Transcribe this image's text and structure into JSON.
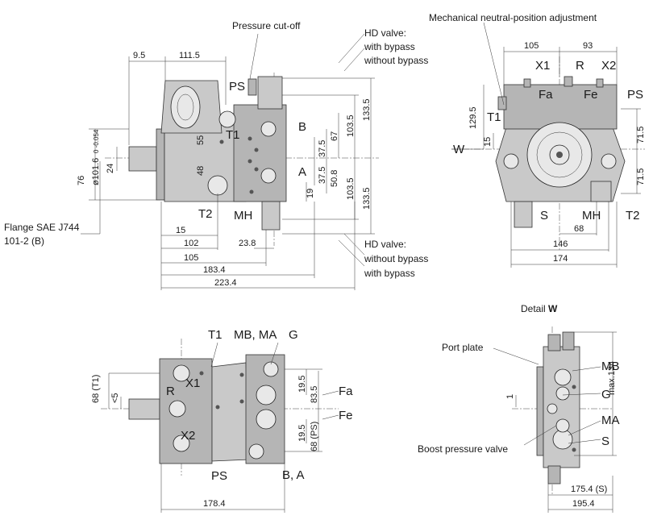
{
  "callouts": {
    "pressure_cutoff": "Pressure cut-off",
    "hd_valve_top": "HD valve:",
    "with_bypass_top": "with bypass",
    "without_bypass_top": "without bypass",
    "mech_neutral": "Mechanical neutral-position adjustment",
    "flange_line1": "Flange SAE J744",
    "flange_line2": "101-2 (B)",
    "hd_valve_bottom": "HD valve:",
    "without_bypass_bottom": "without bypass",
    "with_bypass_bottom": "with bypass",
    "detail_prefix": "Detail ",
    "detail_letter": "W",
    "port_plate": "Port plate",
    "boost_valve": "Boost pressure valve"
  },
  "side_view": {
    "dims": {
      "d9_5": "9.5",
      "d111_5": "111.5",
      "d76": "76",
      "d101_6": "ø101.6",
      "d101_6_tol": "0\n-0.054",
      "d24": "24",
      "d55": "55",
      "d48": "48",
      "d15": "15",
      "d102": "102",
      "d105": "105",
      "d183_4": "183.4",
      "d223_4": "223.4",
      "d23_8": "23.8",
      "d67": "67",
      "d37_5a": "37.5",
      "d37_5b": "37.5",
      "d50_8": "50.8",
      "d19": "19",
      "d103_5a": "103.5",
      "d103_5b": "103.5",
      "d133_5a": "133.5",
      "d133_5b": "133.5"
    },
    "ports": {
      "ps": "PS",
      "t1": "T1",
      "t2": "T2",
      "b": "B",
      "a": "A",
      "mh": "MH"
    }
  },
  "front_view": {
    "dims": {
      "d105": "105",
      "d93": "93",
      "d129_5": "129.5",
      "d15": "15",
      "d71_5a": "71.5",
      "d71_5b": "71.5",
      "d68": "68",
      "d146": "146",
      "d174": "174"
    },
    "ports": {
      "x1": "X1",
      "r": "R",
      "x2": "X2",
      "fa": "Fa",
      "fe": "Fe",
      "ps": "PS",
      "t1": "T1",
      "w": "W",
      "s": "S",
      "mh": "MH",
      "t2": "T2"
    }
  },
  "bottom_view": {
    "dims": {
      "d68_t1": "68 (T1)",
      "d_lt5": "<5",
      "d19_5a": "19.5",
      "d83_5": "83.5",
      "d19_5b": "19.5",
      "d68_ps": "68 (PS)",
      "d178_4": "178.4"
    },
    "ports": {
      "t1": "T1",
      "mb_ma": "MB, MA",
      "g": "G",
      "r": "R",
      "x1": "X1",
      "x2": "X2",
      "fa": "Fa",
      "fe": "Fe",
      "ps": "PS",
      "ba": "B, A"
    }
  },
  "detail_view": {
    "dims": {
      "d1": "1",
      "d_max134": "max.134",
      "d175_4": "175.4 (S)",
      "d195_4": "195.4"
    },
    "ports": {
      "mb": "MB",
      "g": "G",
      "ma": "MA",
      "s": "S"
    }
  }
}
